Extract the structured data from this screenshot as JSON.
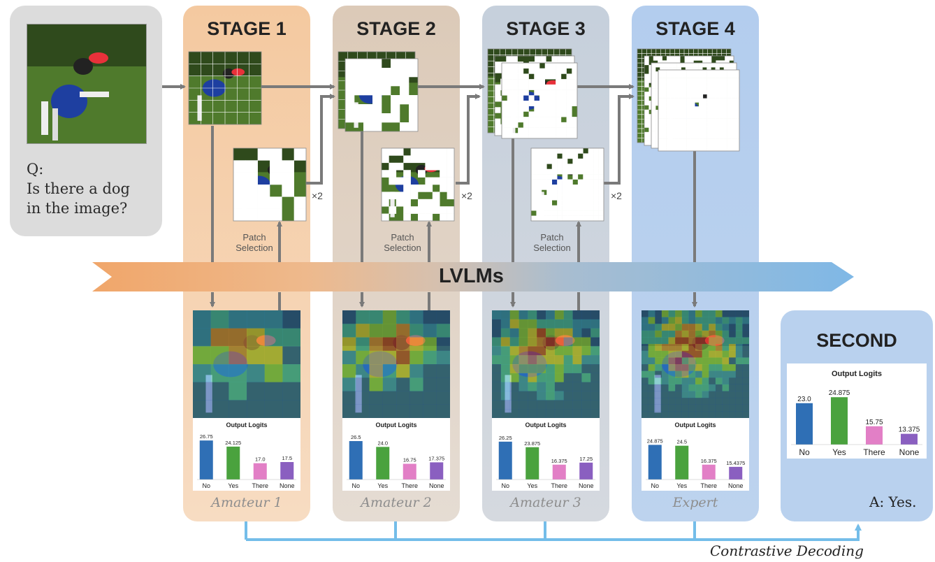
{
  "question": {
    "prefix": "Q:",
    "text": "Is there a dog\nin the image?"
  },
  "stages": [
    {
      "title": "STAGE 1",
      "caption": "Amateur 1",
      "patch_label": "Patch\nSelection",
      "repeat": "×2",
      "density": 0.55
    },
    {
      "title": "STAGE 2",
      "caption": "Amateur 2",
      "patch_label": "Patch\nSelection",
      "repeat": "×2",
      "density": 0.42
    },
    {
      "title": "STAGE 3",
      "caption": "Amateur 3",
      "patch_label": "Patch\nSelection",
      "repeat": "×2",
      "density": 0.24
    },
    {
      "title": "STAGE 4",
      "caption": "Expert",
      "patch_label": "",
      "repeat": "",
      "density": 0.0
    }
  ],
  "banner": {
    "label": "LVLMs"
  },
  "second": {
    "title": "SECOND",
    "answer": "A: Yes."
  },
  "footer": {
    "label": "Contrastive Decoding"
  },
  "colors": {
    "no": "#2f6fb5",
    "yes": "#4aa23e",
    "there": "#e27fc6",
    "none": "#8a5fc0",
    "stage1": "#f2d6b8",
    "stage2": "#ddd5cc",
    "stage3": "#ccd5e0",
    "stage4": "#b9d1ec",
    "banner_start": "#f1a668",
    "banner_end": "#7fb6e2",
    "arrow": "#7a7a7a",
    "cd_line": "#74bde9"
  },
  "icons": {
    "arrow": "arrow-icon",
    "banner": "chevron-banner-icon"
  },
  "chart_data": [
    {
      "type": "bar",
      "title": "Output Logits",
      "categories": [
        "No",
        "Yes",
        "There",
        "None"
      ],
      "values": [
        26.75,
        24.125,
        17.0,
        17.5
      ],
      "labels": [
        "26.75",
        "24.125",
        "17.0",
        "17.5"
      ],
      "ylim": [
        0,
        28
      ]
    },
    {
      "type": "bar",
      "title": "Output Logits",
      "categories": [
        "No",
        "Yes",
        "There",
        "None"
      ],
      "values": [
        26.5,
        24.0,
        16.75,
        17.375
      ],
      "labels": [
        "26.5",
        "24.0",
        "16.75",
        "17.375"
      ],
      "ylim": [
        0,
        28
      ]
    },
    {
      "type": "bar",
      "title": "Output Logits",
      "categories": [
        "No",
        "Yes",
        "There",
        "None"
      ],
      "values": [
        26.25,
        23.875,
        16.375,
        17.25
      ],
      "labels": [
        "26.25",
        "23.875",
        "16.375",
        "17.25"
      ],
      "ylim": [
        0,
        28
      ]
    },
    {
      "type": "bar",
      "title": "Output Logits",
      "categories": [
        "No",
        "Yes",
        "There",
        "None"
      ],
      "values": [
        24.875,
        24.5,
        16.375,
        15.4375
      ],
      "labels": [
        "24.875",
        "24.5",
        "16.375",
        "15.4375"
      ],
      "ylim": [
        0,
        28
      ]
    },
    {
      "type": "bar",
      "title": "Output Logits",
      "categories": [
        "No",
        "Yes",
        "There",
        "None"
      ],
      "values": [
        23.0,
        24.875,
        15.75,
        13.375
      ],
      "labels": [
        "23.0",
        "24.875",
        "15.75",
        "13.375"
      ],
      "ylim": [
        0,
        28
      ]
    }
  ]
}
